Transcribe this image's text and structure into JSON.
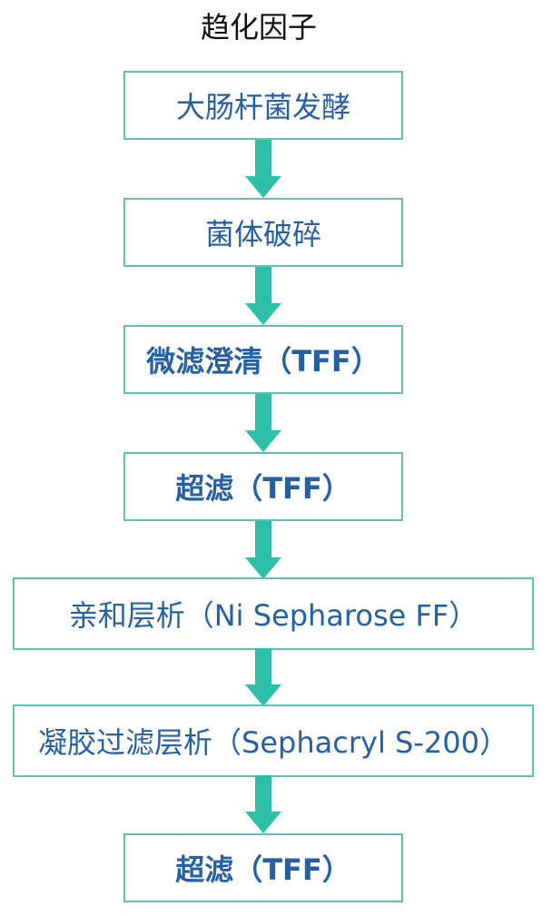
{
  "title": "趋化因子",
  "steps": [
    {
      "label": "大肠杆菌发酵"
    },
    {
      "label": "菌体破碎"
    },
    {
      "label": "微滤澄清（TFF）"
    },
    {
      "label": "超滤（TFF）"
    },
    {
      "label": "亲和层析（Ni Sepharose FF）"
    },
    {
      "label": "凝胶过滤层析（Sephacryl S-200）"
    },
    {
      "label": "超滤（TFF）"
    }
  ],
  "colors": {
    "box_border": "#5fc2b3",
    "arrow": "#2fbfa8",
    "step_text": "#2660a4",
    "title_text": "#111111"
  }
}
